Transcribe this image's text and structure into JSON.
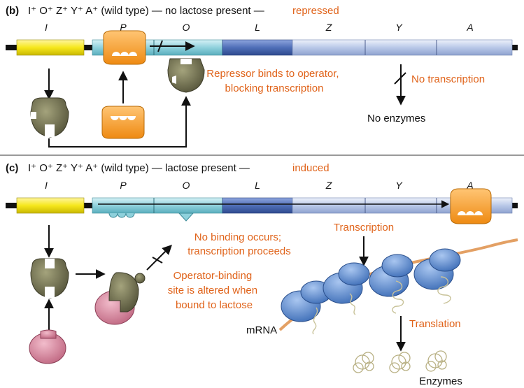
{
  "panel_b": {
    "label": "(b)",
    "genotype": "I⁺ O⁺ Z⁺ Y⁺ A⁺ (wild type) — no lactose present —",
    "state": "repressed",
    "genes": [
      "I",
      "P",
      "O",
      "L",
      "Z",
      "Y",
      "A"
    ],
    "callout_repressor": [
      "Repressor binds to operator,",
      "blocking transcription"
    ],
    "callout_no_transcription": "No transcription",
    "callout_no_enzymes": "No enzymes"
  },
  "panel_c": {
    "label": "(c)",
    "genotype": "I⁺ O⁺ Z⁺ Y⁺ A⁺ (wild type) — lactose present —",
    "state": "induced",
    "genes": [
      "I",
      "P",
      "O",
      "L",
      "Z",
      "Y",
      "A"
    ],
    "callout_no_binding": [
      "No binding occurs;",
      "transcription proceeds"
    ],
    "callout_altered": [
      "Operator-binding",
      "site is altered when",
      "bound to lactose"
    ],
    "callout_transcription": "Transcription",
    "callout_translation": "Translation",
    "label_mrna": "mRNA",
    "label_enzymes": "Enzymes"
  },
  "colors": {
    "i_gene": "#f6e71c",
    "promoter_operator": "#8fd1dc",
    "l_region": "#4f6fb8",
    "zya_region": "#b9c8e8",
    "repressor": "#6e6d4c",
    "inducer": "#d98aa0",
    "polymerase": "#f59a25",
    "accent_text": "#e0631a",
    "ribosome": "#5f8fd4",
    "mrna": "#e3a064"
  }
}
